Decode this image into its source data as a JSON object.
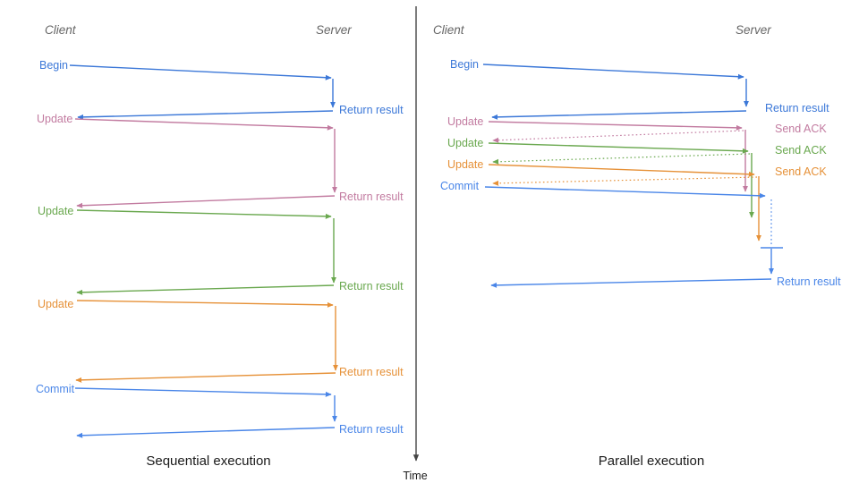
{
  "colors": {
    "blue": "#3c78d8",
    "commit_blue": "#4a86e8",
    "pink": "#c27ba0",
    "green": "#6aa84f",
    "orange": "#e69138",
    "header_gray": "#666666",
    "axis": "#444444",
    "title": "#1a1a1a"
  },
  "time_axis": {
    "label": "Time"
  },
  "sequential": {
    "title": "Sequential execution",
    "client_header": "Client",
    "server_header": "Server",
    "steps": [
      {
        "command": "Begin",
        "response": "Return result"
      },
      {
        "command": "Update",
        "response": "Return result"
      },
      {
        "command": "Update",
        "response": "Return result"
      },
      {
        "command": "Update",
        "response": "Return result"
      },
      {
        "command": "Commit",
        "response": "Return result"
      }
    ]
  },
  "parallel": {
    "title": "Parallel execution",
    "client_header": "Client",
    "server_header": "Server",
    "steps": [
      {
        "command": "Begin",
        "response": "Return result"
      },
      {
        "command": "Update",
        "response": "Send ACK"
      },
      {
        "command": "Update",
        "response": "Send ACK"
      },
      {
        "command": "Update",
        "response": "Send ACK"
      },
      {
        "command": "Commit",
        "response": "Return result"
      }
    ]
  }
}
